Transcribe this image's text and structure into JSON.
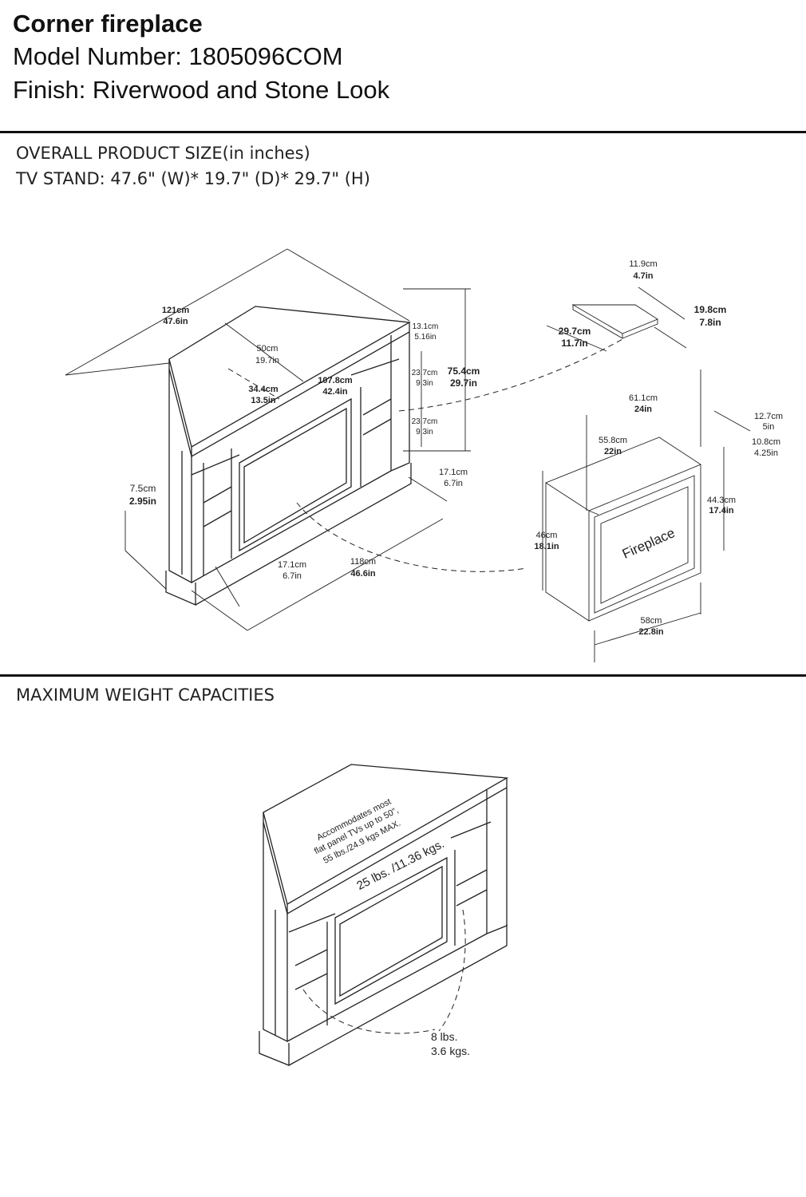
{
  "header": {
    "title": "Corner fireplace",
    "model": "Model Number: 1805096COM",
    "finish": "Finish: Riverwood and Stone Look"
  },
  "size_section": {
    "heading": "OVERALL PRODUCT SIZE(in inches)",
    "tv_stand": "TV STAND:  47.6\"  (W)* 19.7\"  (D)*  29.7\"  (H)"
  },
  "dims": {
    "width_top_cm": "121cm",
    "width_top_in": "47.6in",
    "depth_cm": "50cm",
    "depth_in": "19.7in",
    "inner_depth_cm": "34.4cm",
    "inner_depth_in": "13.5in",
    "front_width_cm": "107.8cm",
    "front_width_in": "42.4in",
    "top_thick_cm": "13.1cm",
    "top_thick_in": "5.16in",
    "shelf1_cm": "23.7cm",
    "shelf1_in": "9.3in",
    "shelf2_cm": "23.7cm",
    "shelf2_in": "9.3in",
    "height_cm": "75.4cm",
    "height_in": "29.7in",
    "side_cm": "17.1cm",
    "side_in": "6.7in",
    "base_cm": "7.5cm",
    "base_in": "2.95in",
    "bottom_side_cm": "17.1cm",
    "bottom_side_in": "6.7in",
    "bottom_width_cm": "118cm",
    "bottom_width_in": "46.6in",
    "shelf_a_cm": "11.9cm",
    "shelf_a_in": "4.7in",
    "shelf_b_cm": "19.8cm",
    "shelf_b_in": "7.8in",
    "shelf_c_cm": "29.7cm",
    "shelf_c_in": "11.7in",
    "fp_w1_cm": "61.1cm",
    "fp_w1_in": "24in",
    "fp_w2_cm": "55.8cm",
    "fp_w2_in": "22in",
    "fp_d1_cm": "12.7cm",
    "fp_d1_in": "5in",
    "fp_d2_cm": "10.8cm",
    "fp_d2_in": "4.25in",
    "fp_h1_cm": "44.3cm",
    "fp_h1_in": "17.4in",
    "fp_h2_cm": "46cm",
    "fp_h2_in": "18.1in",
    "fp_w3_cm": "58cm",
    "fp_w3_in": "22.8in",
    "fp_label": "Fireplace"
  },
  "weight_section": {
    "heading": "MAXIMUM WEIGHT CAPACITIES",
    "top_line1": "Accommodates most",
    "top_line2": "flat panel TVs up to 50\",",
    "top_line3": "55 lbs./24.9 kgs MAX.",
    "mid": "25 lbs. /11.36 kgs.",
    "shelf_lbs": "8 lbs.",
    "shelf_kgs": "3.6 kgs."
  }
}
